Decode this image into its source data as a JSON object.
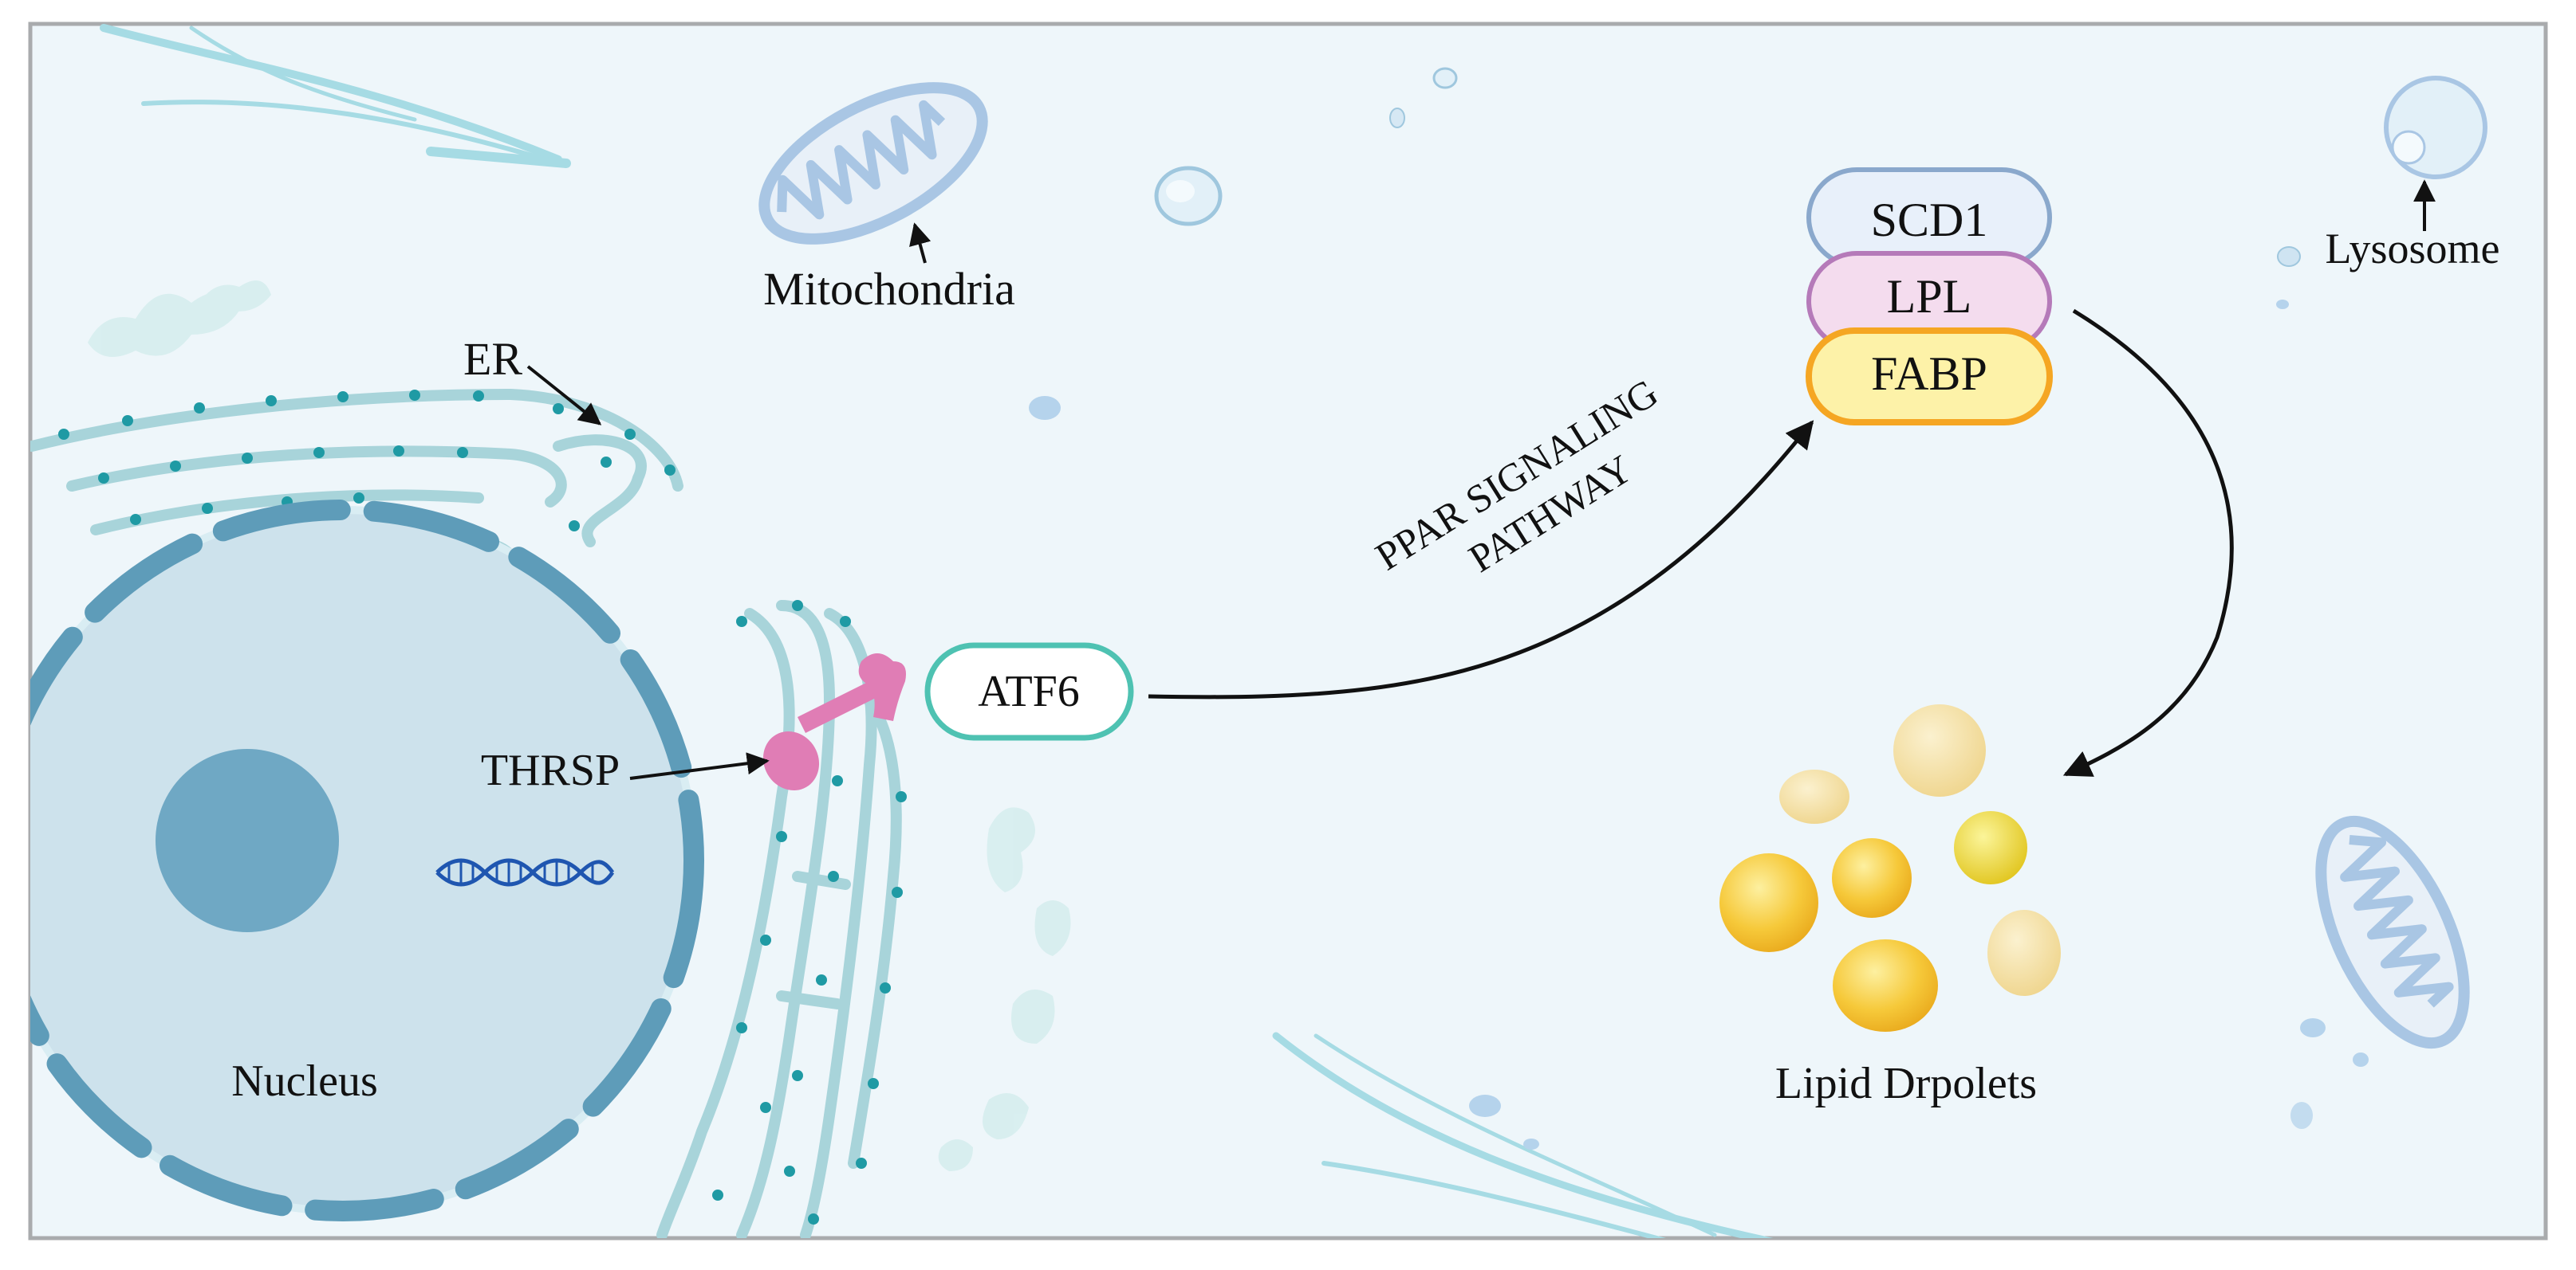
{
  "labels": {
    "mitochondria": "Mitochondria",
    "er": "ER",
    "nucleus": "Nucleus",
    "thrsp": "THRSP",
    "atf6": "ATF6",
    "pathway_line1": "PPAR SIGNALING",
    "pathway_line2": "PATHWAY",
    "scd1": "SCD1",
    "lpl": "LPL",
    "fabp": "FABP",
    "lysosome": "Lysosome",
    "lipid_droplets": "Lipid Drpolets"
  },
  "colors": {
    "background": "#eef6fa",
    "border": "#a9abad",
    "nucleus_fill": "#cde2ec",
    "nucleus_membrane": "#5e9cb9",
    "nucleolus": "#6fa8c4",
    "er_stroke": "#a8d4da",
    "er_dot": "#1f9aa4",
    "mito": "#a9c6e4",
    "thrsp": "#e07db5",
    "atf6_border": "#4ec2b2",
    "scd1_fill": "#e8f0fa",
    "scd1_border": "#8aa8cc",
    "lpl_fill": "#f4dcee",
    "lpl_border": "#b57ab9",
    "fabp_fill": "#fdf2a8",
    "fabp_border": "#f5a623",
    "droplet": "#f5c232",
    "dna": "#1f56b0"
  }
}
